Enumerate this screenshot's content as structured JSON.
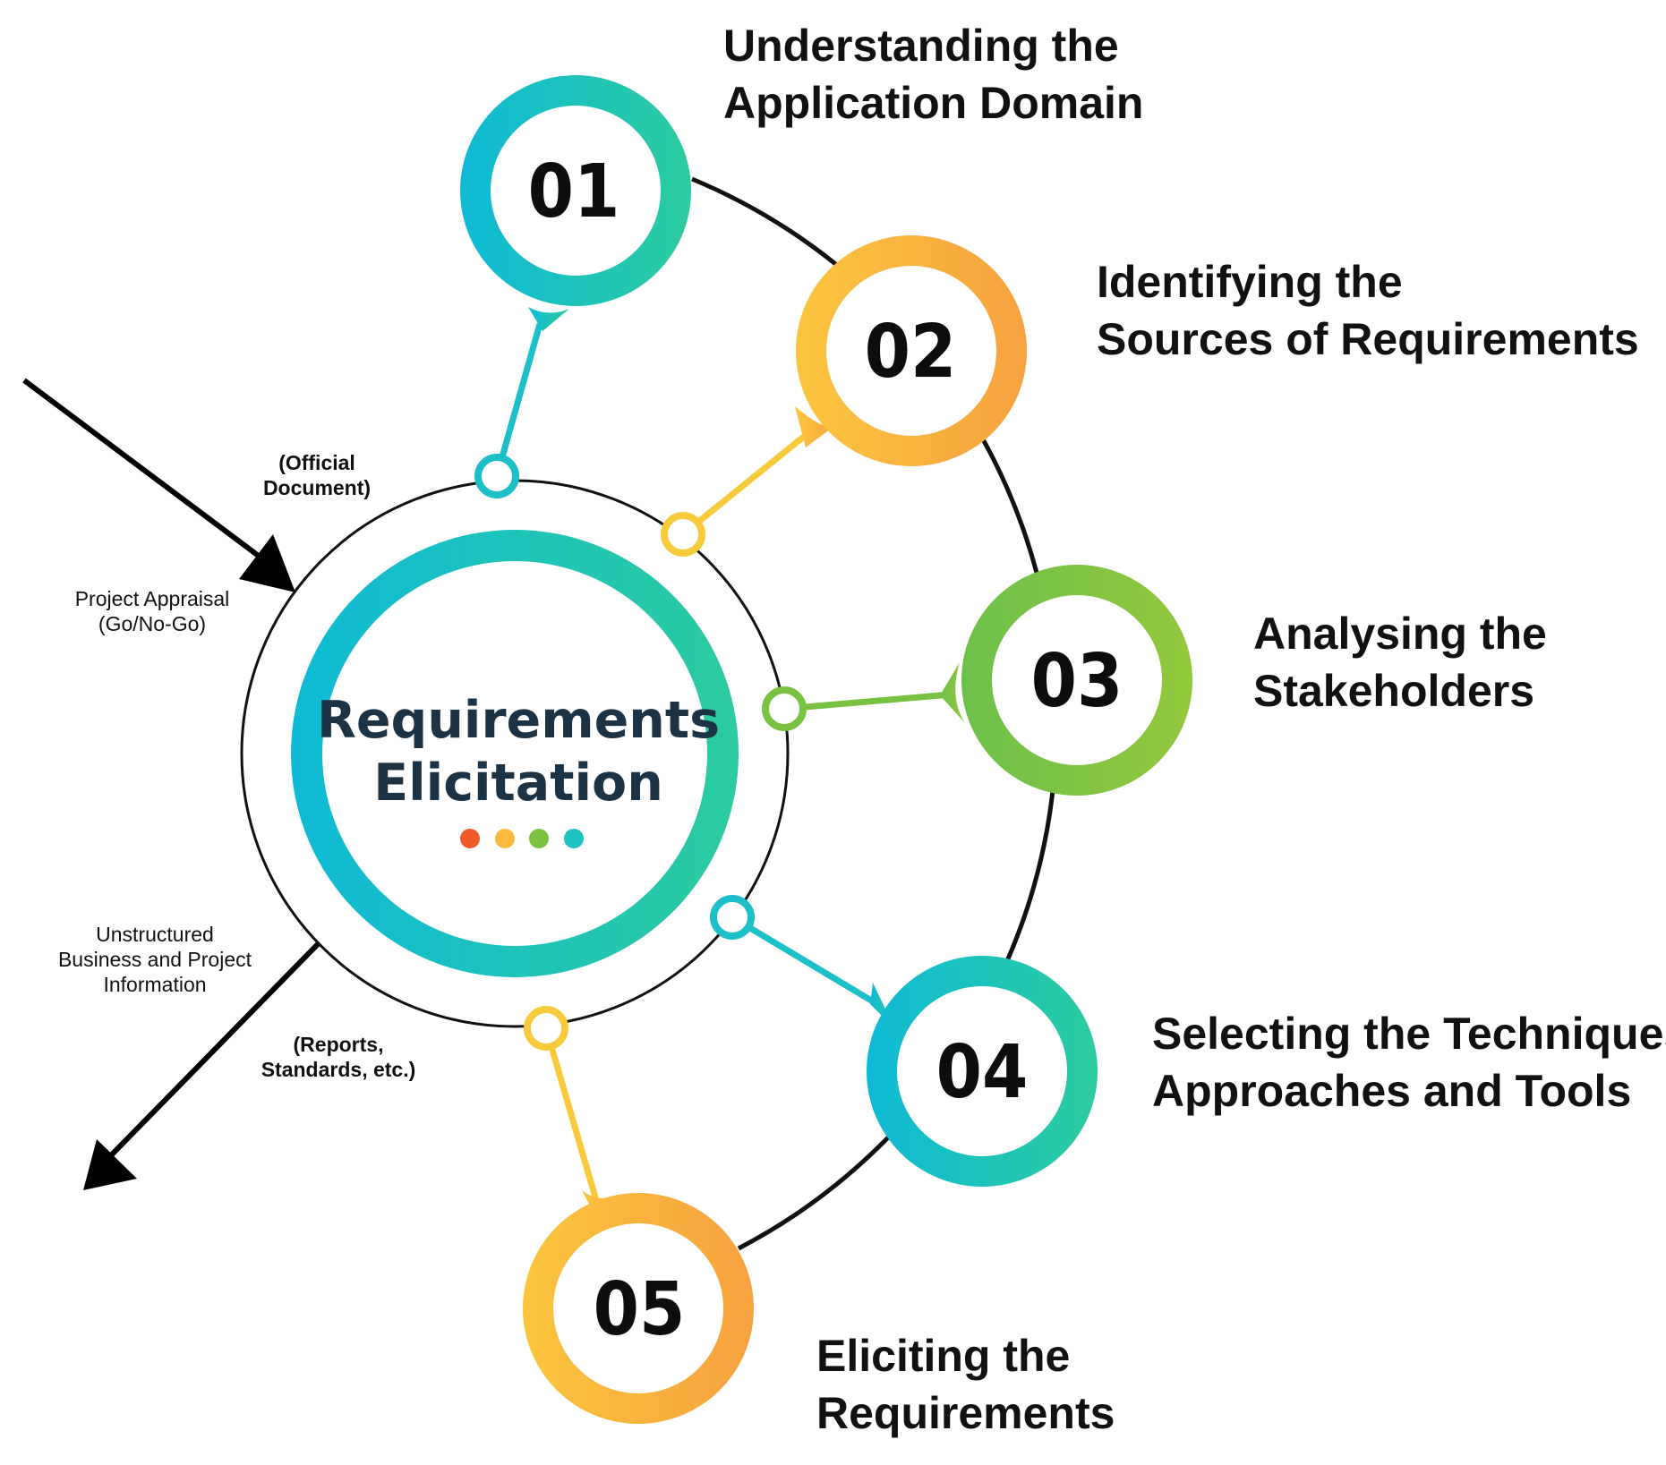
{
  "center": {
    "title_line1": "Requirements",
    "title_line2": "Elicitation",
    "dot_colors": [
      "#ef5a28",
      "#fbb93e",
      "#7cc242",
      "#1cc3c0"
    ]
  },
  "steps": [
    {
      "number": "01",
      "label_line1": "Understanding the",
      "label_line2": "Application Domain",
      "color": "teal"
    },
    {
      "number": "02",
      "label_line1": "Identifying the",
      "label_line2": "Sources of Requirements",
      "color": "orange"
    },
    {
      "number": "03",
      "label_line1": "Analysing the",
      "label_line2": "Stakeholders",
      "color": "green"
    },
    {
      "number": "04",
      "label_line1": "Selecting the Techniques,",
      "label_line2": "Approaches and Tools",
      "color": "teal"
    },
    {
      "number": "05",
      "label_line1": "Eliciting the",
      "label_line2": "Requirements",
      "color": "orange"
    }
  ],
  "side_notes": {
    "official_line1": "(Official",
    "official_line2": "Document)",
    "appraisal_line1": "Project Appraisal",
    "appraisal_line2": "(Go/No-Go)",
    "unstructured_line1": "Unstructured",
    "unstructured_line2": "Business and Project",
    "unstructured_line3": "Information",
    "reports_line1": "(Reports,",
    "reports_line2": "Standards, etc.)"
  },
  "colors": {
    "teal_start": "#0fbad6",
    "teal_end": "#2ccb9f",
    "orange_start": "#fbc53d",
    "orange_end": "#f7a240",
    "green_start": "#6cc04a",
    "green_end": "#93c83c",
    "connector_teal": "#1dbfc9",
    "connector_yellow": "#f7ca3c",
    "connector_green": "#78c242",
    "center_text": "#1c3345"
  }
}
